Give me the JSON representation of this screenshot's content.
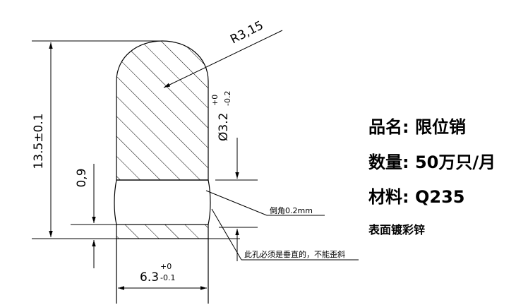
{
  "dimensions": {
    "radius": "R3,15",
    "overall_length": "13.5±0.1",
    "shank_diameter": "Ø3.2",
    "shank_diameter_tol_upper": "+0",
    "shank_diameter_tol_lower": "-0.2",
    "groove_length": "0,9",
    "head_diameter": "6.3",
    "head_diameter_tol_upper": "+0",
    "head_diameter_tol_lower": "-0.1"
  },
  "notes": {
    "chamfer": "倒角0.2mm",
    "hole_note": "此孔必须是垂直的，不能歪斜"
  },
  "spec": {
    "product_label": "品名:",
    "product_value": "限位销",
    "quantity_label": "数量:",
    "quantity_value": "50万只/月",
    "material_label": "材料:",
    "material_value": "Q235",
    "surface_treatment": "表面镀彩锌"
  }
}
